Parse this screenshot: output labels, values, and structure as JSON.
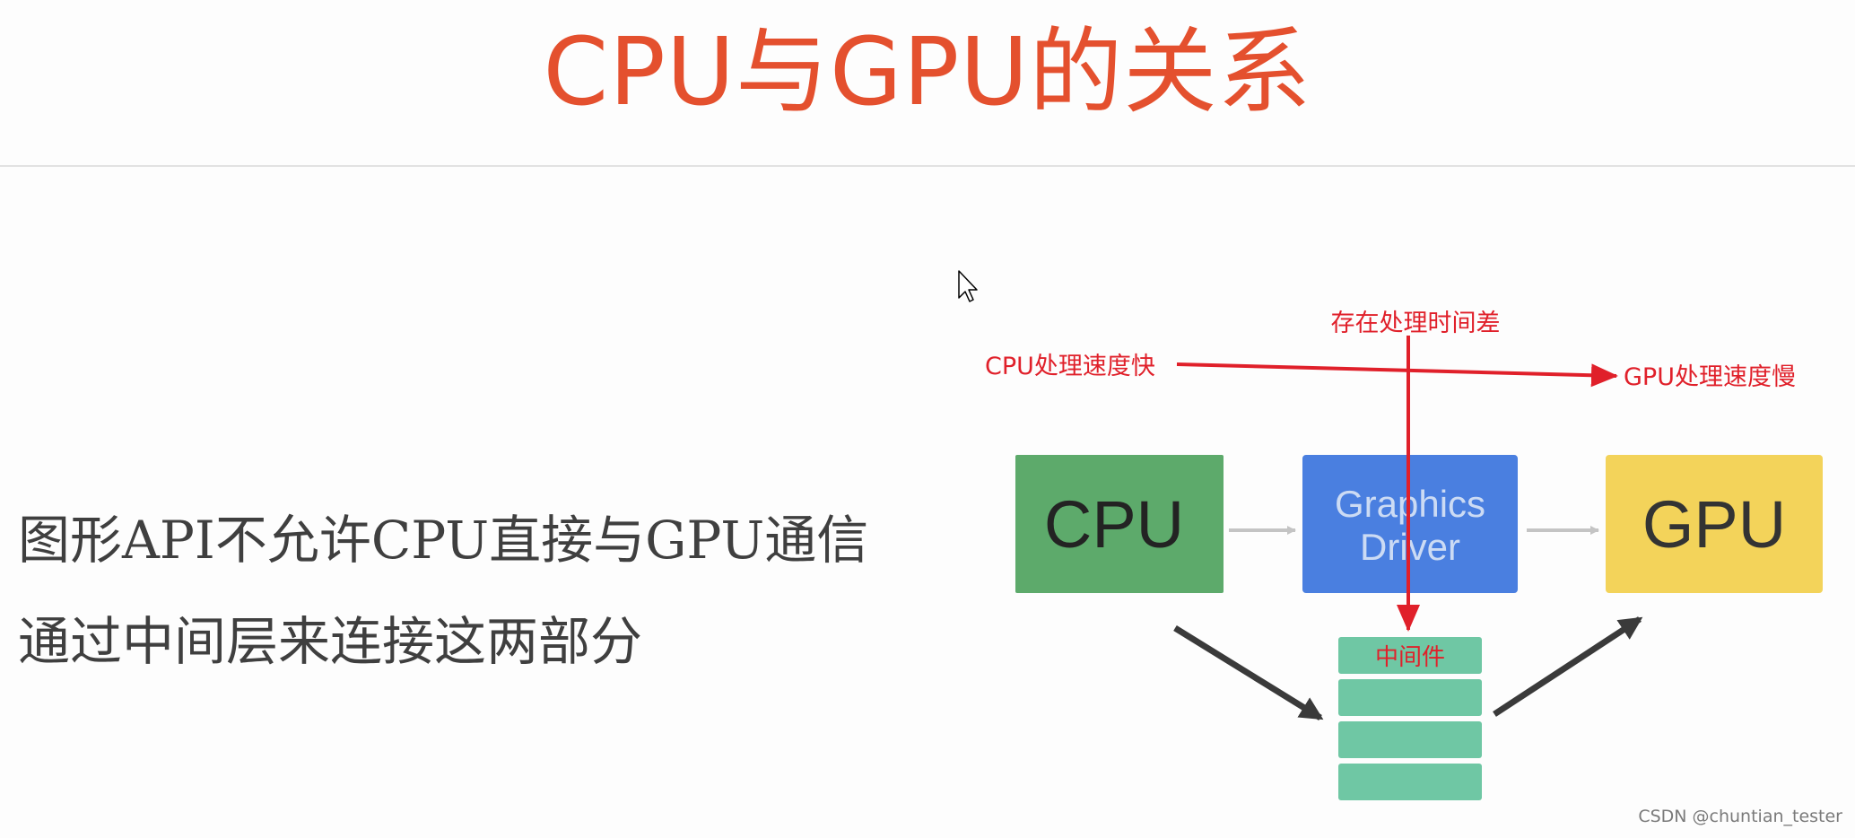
{
  "title": "CPU与GPU的关系",
  "body": {
    "line1": "图形API不允许CPU直接与GPU通信",
    "line2": "通过中间层来连接这两部分"
  },
  "diagram": {
    "cpu_label": "CPU",
    "driver_label_line1": "Graphics",
    "driver_label_line2": "Driver",
    "gpu_label": "GPU",
    "middleware_label": "中间件"
  },
  "annotations": {
    "cpu_speed": "CPU处理速度快",
    "gpu_speed": "GPU处理速度慢",
    "time_gap": "存在处理时间差"
  },
  "colors": {
    "title": "#e4502e",
    "cpu": "#5daa6b",
    "driver": "#4a7fe0",
    "gpu": "#f3d35a",
    "middleware": "#6fc7a4",
    "annotation": "#e0202a"
  },
  "icons": [
    "mouse-cursor-icon"
  ],
  "watermark": "CSDN @chuntian_tester"
}
